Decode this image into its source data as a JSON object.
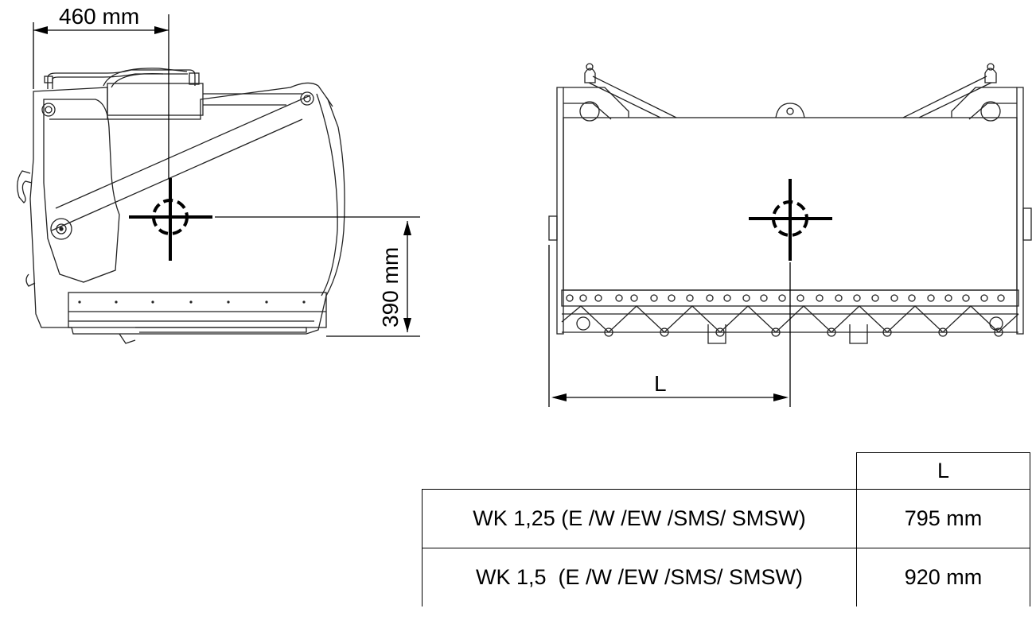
{
  "dimensions": {
    "offset_label": "460 mm",
    "height_label": "390 mm",
    "length_label": "L"
  },
  "table": {
    "header_length": "L",
    "rows": [
      {
        "model": "WK 1,25 (E /W /EW /SMS/ SMSW)",
        "length": "795 mm"
      },
      {
        "model": "WK 1,5  (E /W /EW /SMS/ SMSW)",
        "length": "920 mm"
      }
    ]
  },
  "icons": [
    "center-of-gravity-icon",
    "center-of-gravity-icon"
  ]
}
